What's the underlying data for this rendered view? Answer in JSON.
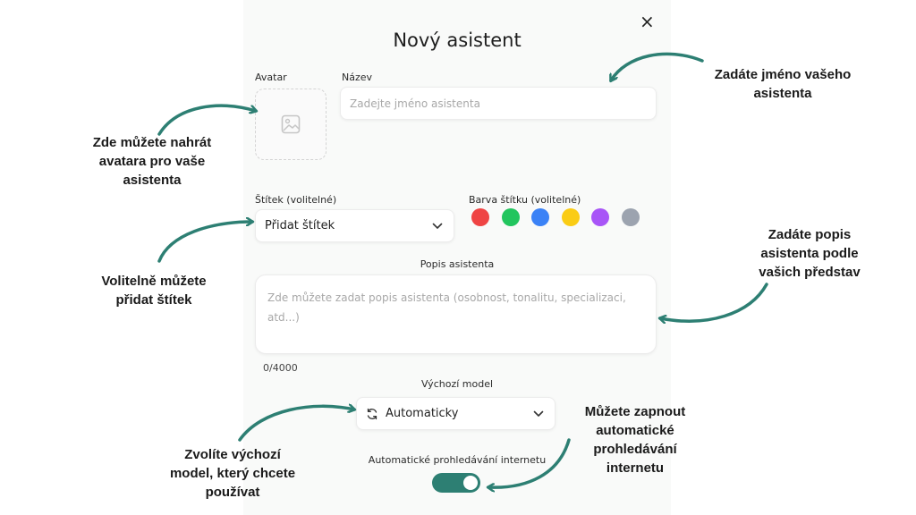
{
  "dialog": {
    "title": "Nový asistent",
    "close_symbol": "×",
    "avatar_label": "Avatar",
    "name_label": "Název",
    "name_placeholder": "Zadejte jméno asistenta",
    "tag_label": "Štítek (volitelné)",
    "tag_select": "Přidat štítek",
    "tag_color_label": "Barva štítku (volitelné)",
    "tag_colors": [
      "#ef4444",
      "#22c55e",
      "#3b82f6",
      "#facc15",
      "#a855f7",
      "#9ca3af"
    ],
    "description_label": "Popis asistenta",
    "description_placeholder": "Zde můžete zadat popis asistenta (osobnost, tonalitu, specializaci, atd...)",
    "char_count": "0/4000",
    "model_label": "Výchozí model",
    "model_value": "Automaticky",
    "internet_label": "Automatické prohledávání internetu",
    "internet_enabled": true,
    "accent_color": "#2d7f73"
  },
  "annotations": {
    "name": [
      "Zadáte jméno vašeho",
      "asistenta"
    ],
    "avatar": [
      "Zde můžete nahrát",
      "avatara pro vaše",
      "asistenta"
    ],
    "tag": [
      "Volitelně můžete",
      "přidat štítek"
    ],
    "description": [
      "Zadáte popis",
      "asistenta podle",
      "vašich představ"
    ],
    "model": [
      "Zvolíte výchozí",
      "model, který chcete",
      "používat"
    ],
    "internet": [
      "Můžete zapnout",
      "automatické",
      "prohledávání",
      "internetu"
    ]
  }
}
